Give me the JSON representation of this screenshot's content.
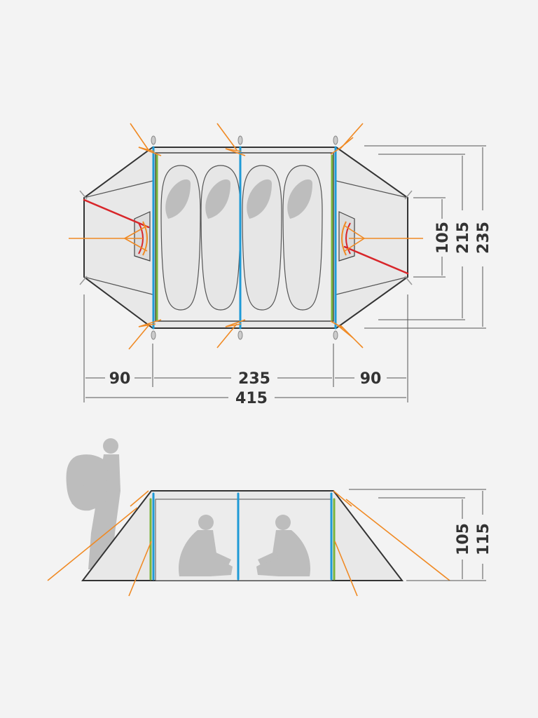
{
  "colors": {
    "background": "#f3f3f3",
    "tent_fill": "#e6e6e6",
    "outline": "#333333",
    "pole_blue": "#1e9ad6",
    "pole_green": "#7ab43c",
    "guy_orange": "#f08a24",
    "pole_red": "#d8262a",
    "silhouette": "#bdbdbd",
    "dimension_line": "#555555"
  },
  "top_view": {
    "width_labels": {
      "left_vestibule": "90",
      "inner": "235",
      "right_vestibule": "90",
      "total": "415"
    },
    "depth_labels": {
      "vestibule_opening": "105",
      "inner": "215",
      "total": "235"
    },
    "sleeping_bag_count": 4
  },
  "side_view": {
    "height_labels": {
      "inner": "105",
      "total": "115"
    }
  }
}
